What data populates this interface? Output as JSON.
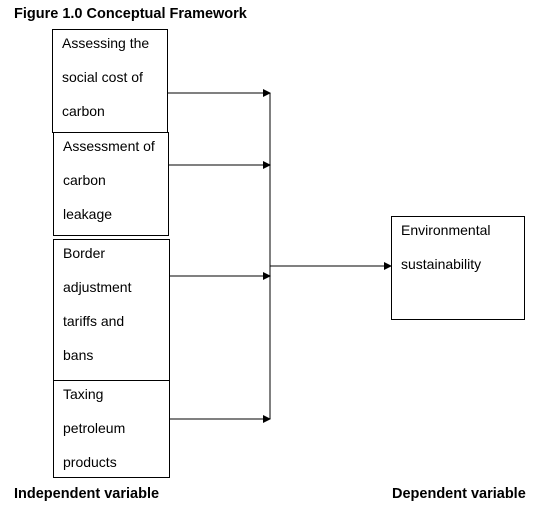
{
  "figure_title": "Figure 1.0 Conceptual Framework",
  "independent_variables": [
    {
      "lines": [
        "Assessing the",
        "social cost of",
        "carbon"
      ]
    },
    {
      "lines": [
        "Assessment of",
        "carbon",
        "leakage"
      ]
    },
    {
      "lines": [
        "Border",
        "adjustment",
        "tariffs and",
        "bans"
      ]
    },
    {
      "lines": [
        "Taxing",
        "petroleum",
        "products"
      ]
    }
  ],
  "dependent_variable": {
    "lines": [
      "Environmental",
      "sustainability"
    ]
  },
  "captions": {
    "independent": "Independent variable",
    "dependent": "Dependent variable"
  }
}
